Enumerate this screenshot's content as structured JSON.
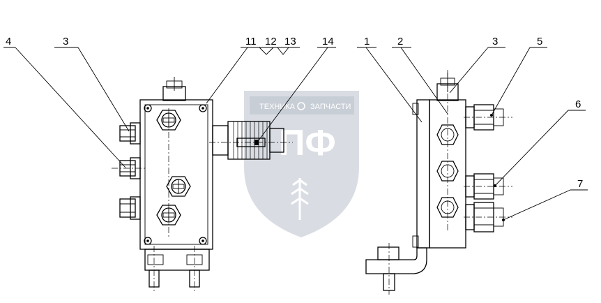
{
  "watermark": {
    "line1": "ТЕХНИКА",
    "line2": "ЗАПЧАСТИ",
    "logo": "ПФ"
  },
  "callouts": {
    "left": [
      "4",
      "3",
      "11",
      "12",
      "13",
      "14"
    ],
    "right": [
      "1",
      "2",
      "3",
      "5",
      "6",
      "7"
    ]
  },
  "colors": {
    "line": "#000000",
    "watermark": "#d9dde3",
    "background": "#ffffff"
  }
}
